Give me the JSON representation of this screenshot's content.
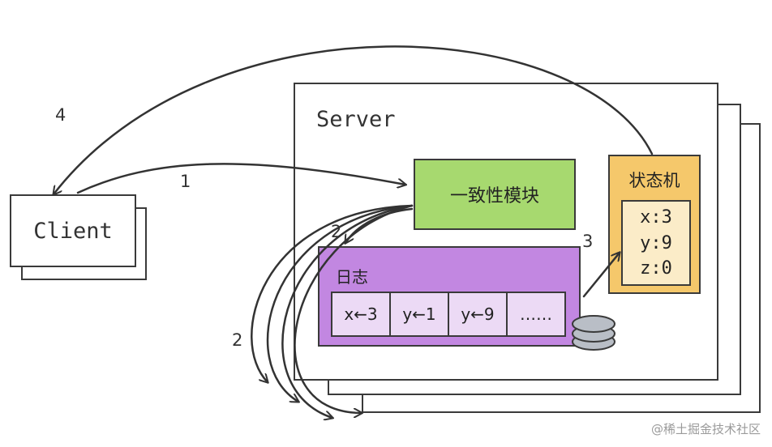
{
  "server": {
    "title": "Server"
  },
  "client": {
    "label": "Client"
  },
  "consensus_module": {
    "label": "一致性模块"
  },
  "state_machine": {
    "title": "状态机",
    "vars": [
      "x:3",
      "y:9",
      "z:0"
    ]
  },
  "log": {
    "title": "日志",
    "entries": [
      "x←3",
      "y←1",
      "y←9",
      "……"
    ]
  },
  "step_labels": {
    "s1": "1",
    "s2a": "2",
    "s2b": "2",
    "s3": "3",
    "s4": "4"
  },
  "watermark": "@稀土掘金技术社区",
  "colors": {
    "consensus": "#a7d96f",
    "state_machine": "#f5c86b",
    "state_vars": "#fbecc8",
    "log": "#c287e1",
    "log_entry": "#ecdaf5",
    "disk": "#b9bec6"
  }
}
